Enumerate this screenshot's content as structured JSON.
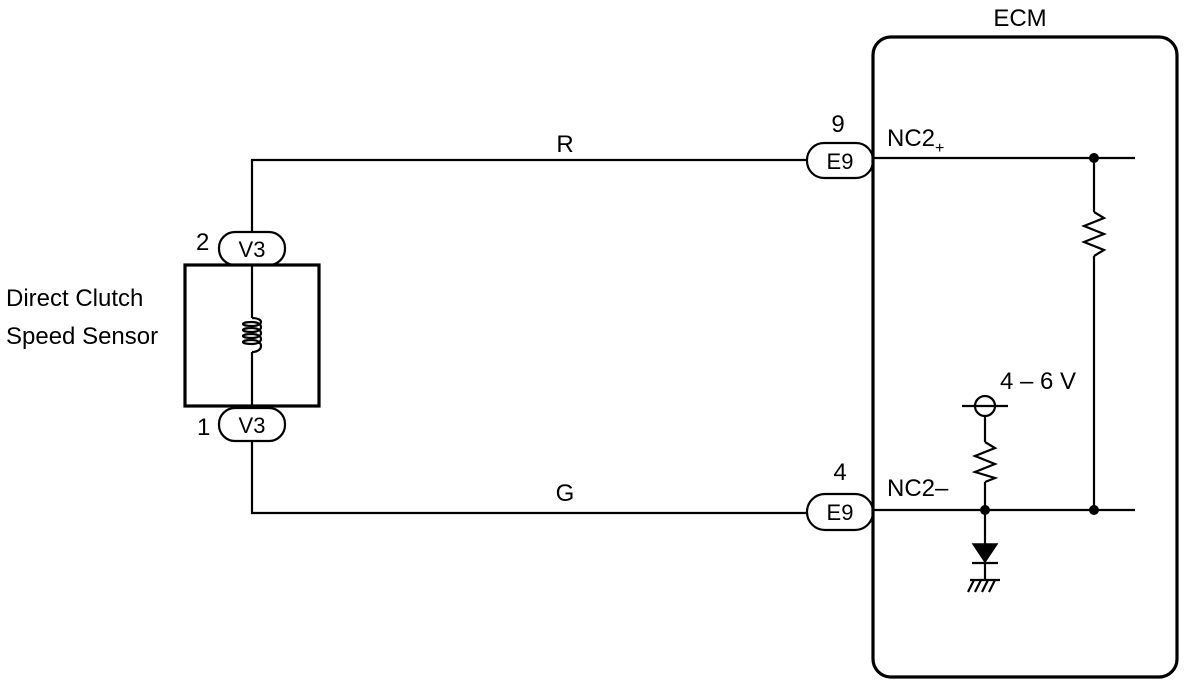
{
  "ecm": {
    "title": "ECM"
  },
  "sensor": {
    "line1": "Direct Clutch",
    "line2": "Speed Sensor"
  },
  "connectors": {
    "v3_top": {
      "code": "V3",
      "pin": "2"
    },
    "v3_bottom": {
      "code": "V3",
      "pin": "1"
    },
    "e9_top": {
      "code": "E9",
      "pin": "9"
    },
    "e9_bottom": {
      "code": "E9",
      "pin": "4"
    }
  },
  "wires": {
    "top_color": "R",
    "bottom_color": "G"
  },
  "terminals": {
    "plus": {
      "base": "NC2",
      "sub": "+"
    },
    "minus": "NC2–"
  },
  "voltage": "4 – 6 V"
}
